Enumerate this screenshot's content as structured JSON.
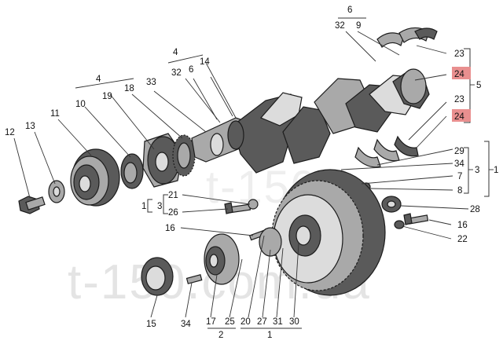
{
  "watermark": "t-150.com.ua",
  "callouts": [
    {
      "id": "c6top",
      "text": "6"
    },
    {
      "id": "c32a",
      "text": "32"
    },
    {
      "id": "c9",
      "text": "9"
    },
    {
      "id": "c23a",
      "text": "23"
    },
    {
      "id": "c24a",
      "text": "24"
    },
    {
      "id": "c5",
      "text": "5"
    },
    {
      "id": "c23b",
      "text": "23"
    },
    {
      "id": "c24b",
      "text": "24"
    },
    {
      "id": "c4a",
      "text": "4"
    },
    {
      "id": "c14",
      "text": "14"
    },
    {
      "id": "c32b",
      "text": "32"
    },
    {
      "id": "c6b",
      "text": "6"
    },
    {
      "id": "c4b",
      "text": "4"
    },
    {
      "id": "c33",
      "text": "33"
    },
    {
      "id": "c10",
      "text": "10"
    },
    {
      "id": "c19",
      "text": "19"
    },
    {
      "id": "c18",
      "text": "18"
    },
    {
      "id": "c11",
      "text": "11"
    },
    {
      "id": "c13",
      "text": "13"
    },
    {
      "id": "c12",
      "text": "12"
    },
    {
      "id": "c29",
      "text": "29"
    },
    {
      "id": "c34a",
      "text": "34"
    },
    {
      "id": "c7",
      "text": "7"
    },
    {
      "id": "c8",
      "text": "8"
    },
    {
      "id": "c3a",
      "text": "3"
    },
    {
      "id": "c1a",
      "text": "1"
    },
    {
      "id": "c28",
      "text": "28"
    },
    {
      "id": "c21",
      "text": "21"
    },
    {
      "id": "c1b",
      "text": "1"
    },
    {
      "id": "c3b",
      "text": "3"
    },
    {
      "id": "c26",
      "text": "26"
    },
    {
      "id": "c16a",
      "text": "16"
    },
    {
      "id": "c16b",
      "text": "16"
    },
    {
      "id": "c22",
      "text": "22"
    },
    {
      "id": "c15",
      "text": "15"
    },
    {
      "id": "c34b",
      "text": "34"
    },
    {
      "id": "c17",
      "text": "17"
    },
    {
      "id": "c25",
      "text": "25"
    },
    {
      "id": "c2",
      "text": "2"
    },
    {
      "id": "c20",
      "text": "20"
    },
    {
      "id": "c27",
      "text": "27"
    },
    {
      "id": "c31",
      "text": "31"
    },
    {
      "id": "c30",
      "text": "30"
    },
    {
      "id": "c1c",
      "text": "1"
    }
  ]
}
